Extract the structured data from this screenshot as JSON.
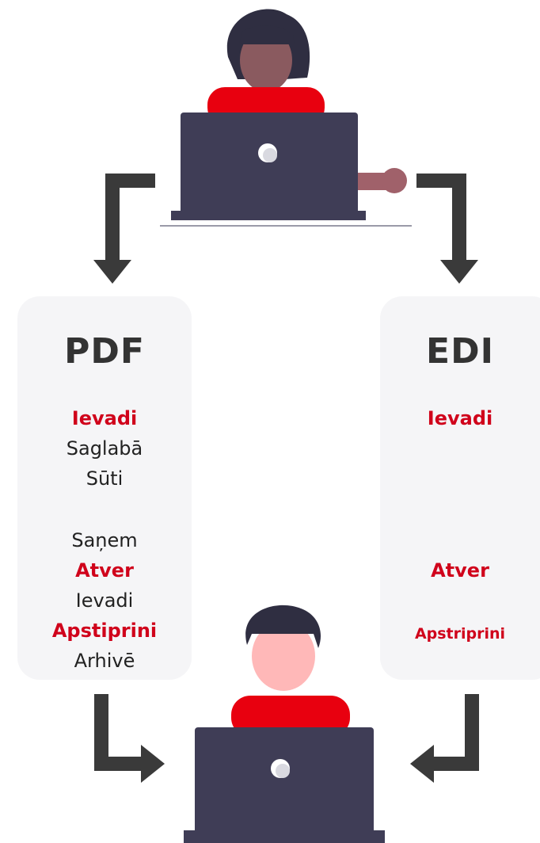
{
  "left_panel": {
    "title": "PDF",
    "steps": [
      {
        "text": "Ievadi",
        "highlight": true
      },
      {
        "text": "Saglabā",
        "highlight": false
      },
      {
        "text": "Sūti",
        "highlight": false
      },
      {
        "text": "Saņem",
        "highlight": false
      },
      {
        "text": "Atver",
        "highlight": true
      },
      {
        "text": "Ievadi",
        "highlight": false
      },
      {
        "text": "Apstiprini",
        "highlight": true
      },
      {
        "text": "Arhivē",
        "highlight": false
      }
    ]
  },
  "right_panel": {
    "title": "EDI",
    "steps": [
      {
        "text": "Ievadi",
        "highlight": true
      },
      {
        "text": "Atver",
        "highlight": true
      },
      {
        "text": "Apstriprini",
        "highlight": true
      }
    ]
  },
  "colors": {
    "accent": "#d0021b",
    "laptop": "#3f3d56",
    "arrow": "#3a3a3a",
    "panel": "#f5f5f7",
    "skin": "#a0616a",
    "skin_light": "#ffb8b8"
  }
}
